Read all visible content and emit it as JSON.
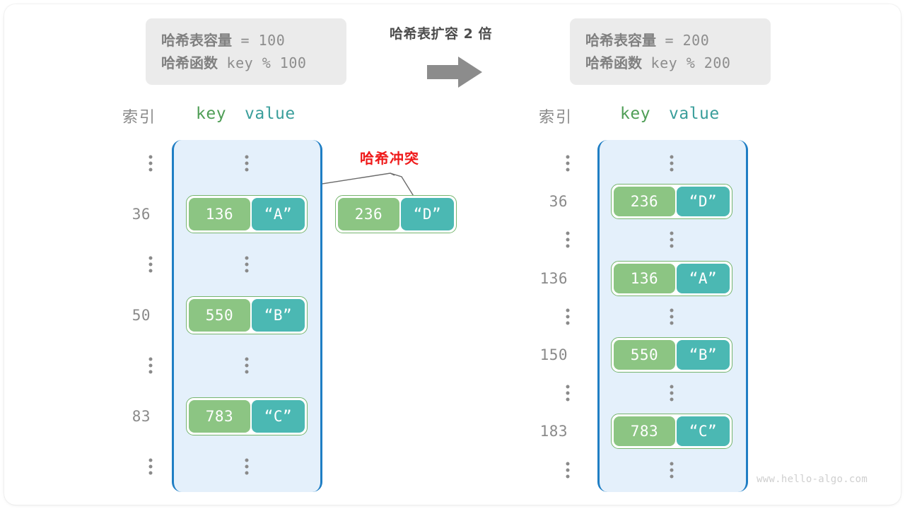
{
  "watermark": "www.hello-algo.com",
  "transform": {
    "title": "哈希表扩容 2 倍",
    "arrow_icon": "right-arrow-icon",
    "arrow_color": "#8c8c8c"
  },
  "before": {
    "info": {
      "capacity_label": "哈希表容量",
      "capacity_expr": " = 100",
      "function_label": "哈希函数",
      "function_expr": " key % 100"
    },
    "headers": {
      "index": "索引",
      "key": "key",
      "value": "value"
    },
    "rows": [
      {
        "index": "",
        "dots": true,
        "key": "",
        "value": ""
      },
      {
        "index": "36",
        "dots": false,
        "key": "136",
        "value": "“A”"
      },
      {
        "index": "",
        "dots": true,
        "key": "",
        "value": ""
      },
      {
        "index": "50",
        "dots": false,
        "key": "550",
        "value": "“B”"
      },
      {
        "index": "",
        "dots": true,
        "key": "",
        "value": ""
      },
      {
        "index": "83",
        "dots": false,
        "key": "783",
        "value": "“C”"
      },
      {
        "index": "",
        "dots": true,
        "key": "",
        "value": ""
      }
    ],
    "overflow_pair": {
      "key": "236",
      "value": "“D”"
    },
    "collision_label": "哈希冲突"
  },
  "after": {
    "info": {
      "capacity_label": "哈希表容量",
      "capacity_expr": " = 200",
      "function_label": "哈希函数",
      "function_expr": " key % 200"
    },
    "headers": {
      "index": "索引",
      "key": "key",
      "value": "value"
    },
    "rows": [
      {
        "index": "",
        "dots": true,
        "key": "",
        "value": ""
      },
      {
        "index": "36",
        "dots": false,
        "key": "236",
        "value": "“D”"
      },
      {
        "index": "",
        "dots": true,
        "key": "",
        "value": ""
      },
      {
        "index": "136",
        "dots": false,
        "key": "136",
        "value": "“A”"
      },
      {
        "index": "",
        "dots": true,
        "key": "",
        "value": ""
      },
      {
        "index": "150",
        "dots": false,
        "key": "550",
        "value": "“B”"
      },
      {
        "index": "",
        "dots": true,
        "key": "",
        "value": ""
      },
      {
        "index": "183",
        "dots": false,
        "key": "783",
        "value": "“C”"
      },
      {
        "index": "",
        "dots": true,
        "key": "",
        "value": ""
      }
    ]
  },
  "colors": {
    "key_cell": "#8cc583",
    "value_cell": "#4bb8b3",
    "pair_border": "#76b56e",
    "bucket_fill": "#e4f0fb",
    "bucket_border": "#1f7ec4",
    "collision_text": "#ef1a1a",
    "info_box_bg": "#ebebeb"
  }
}
